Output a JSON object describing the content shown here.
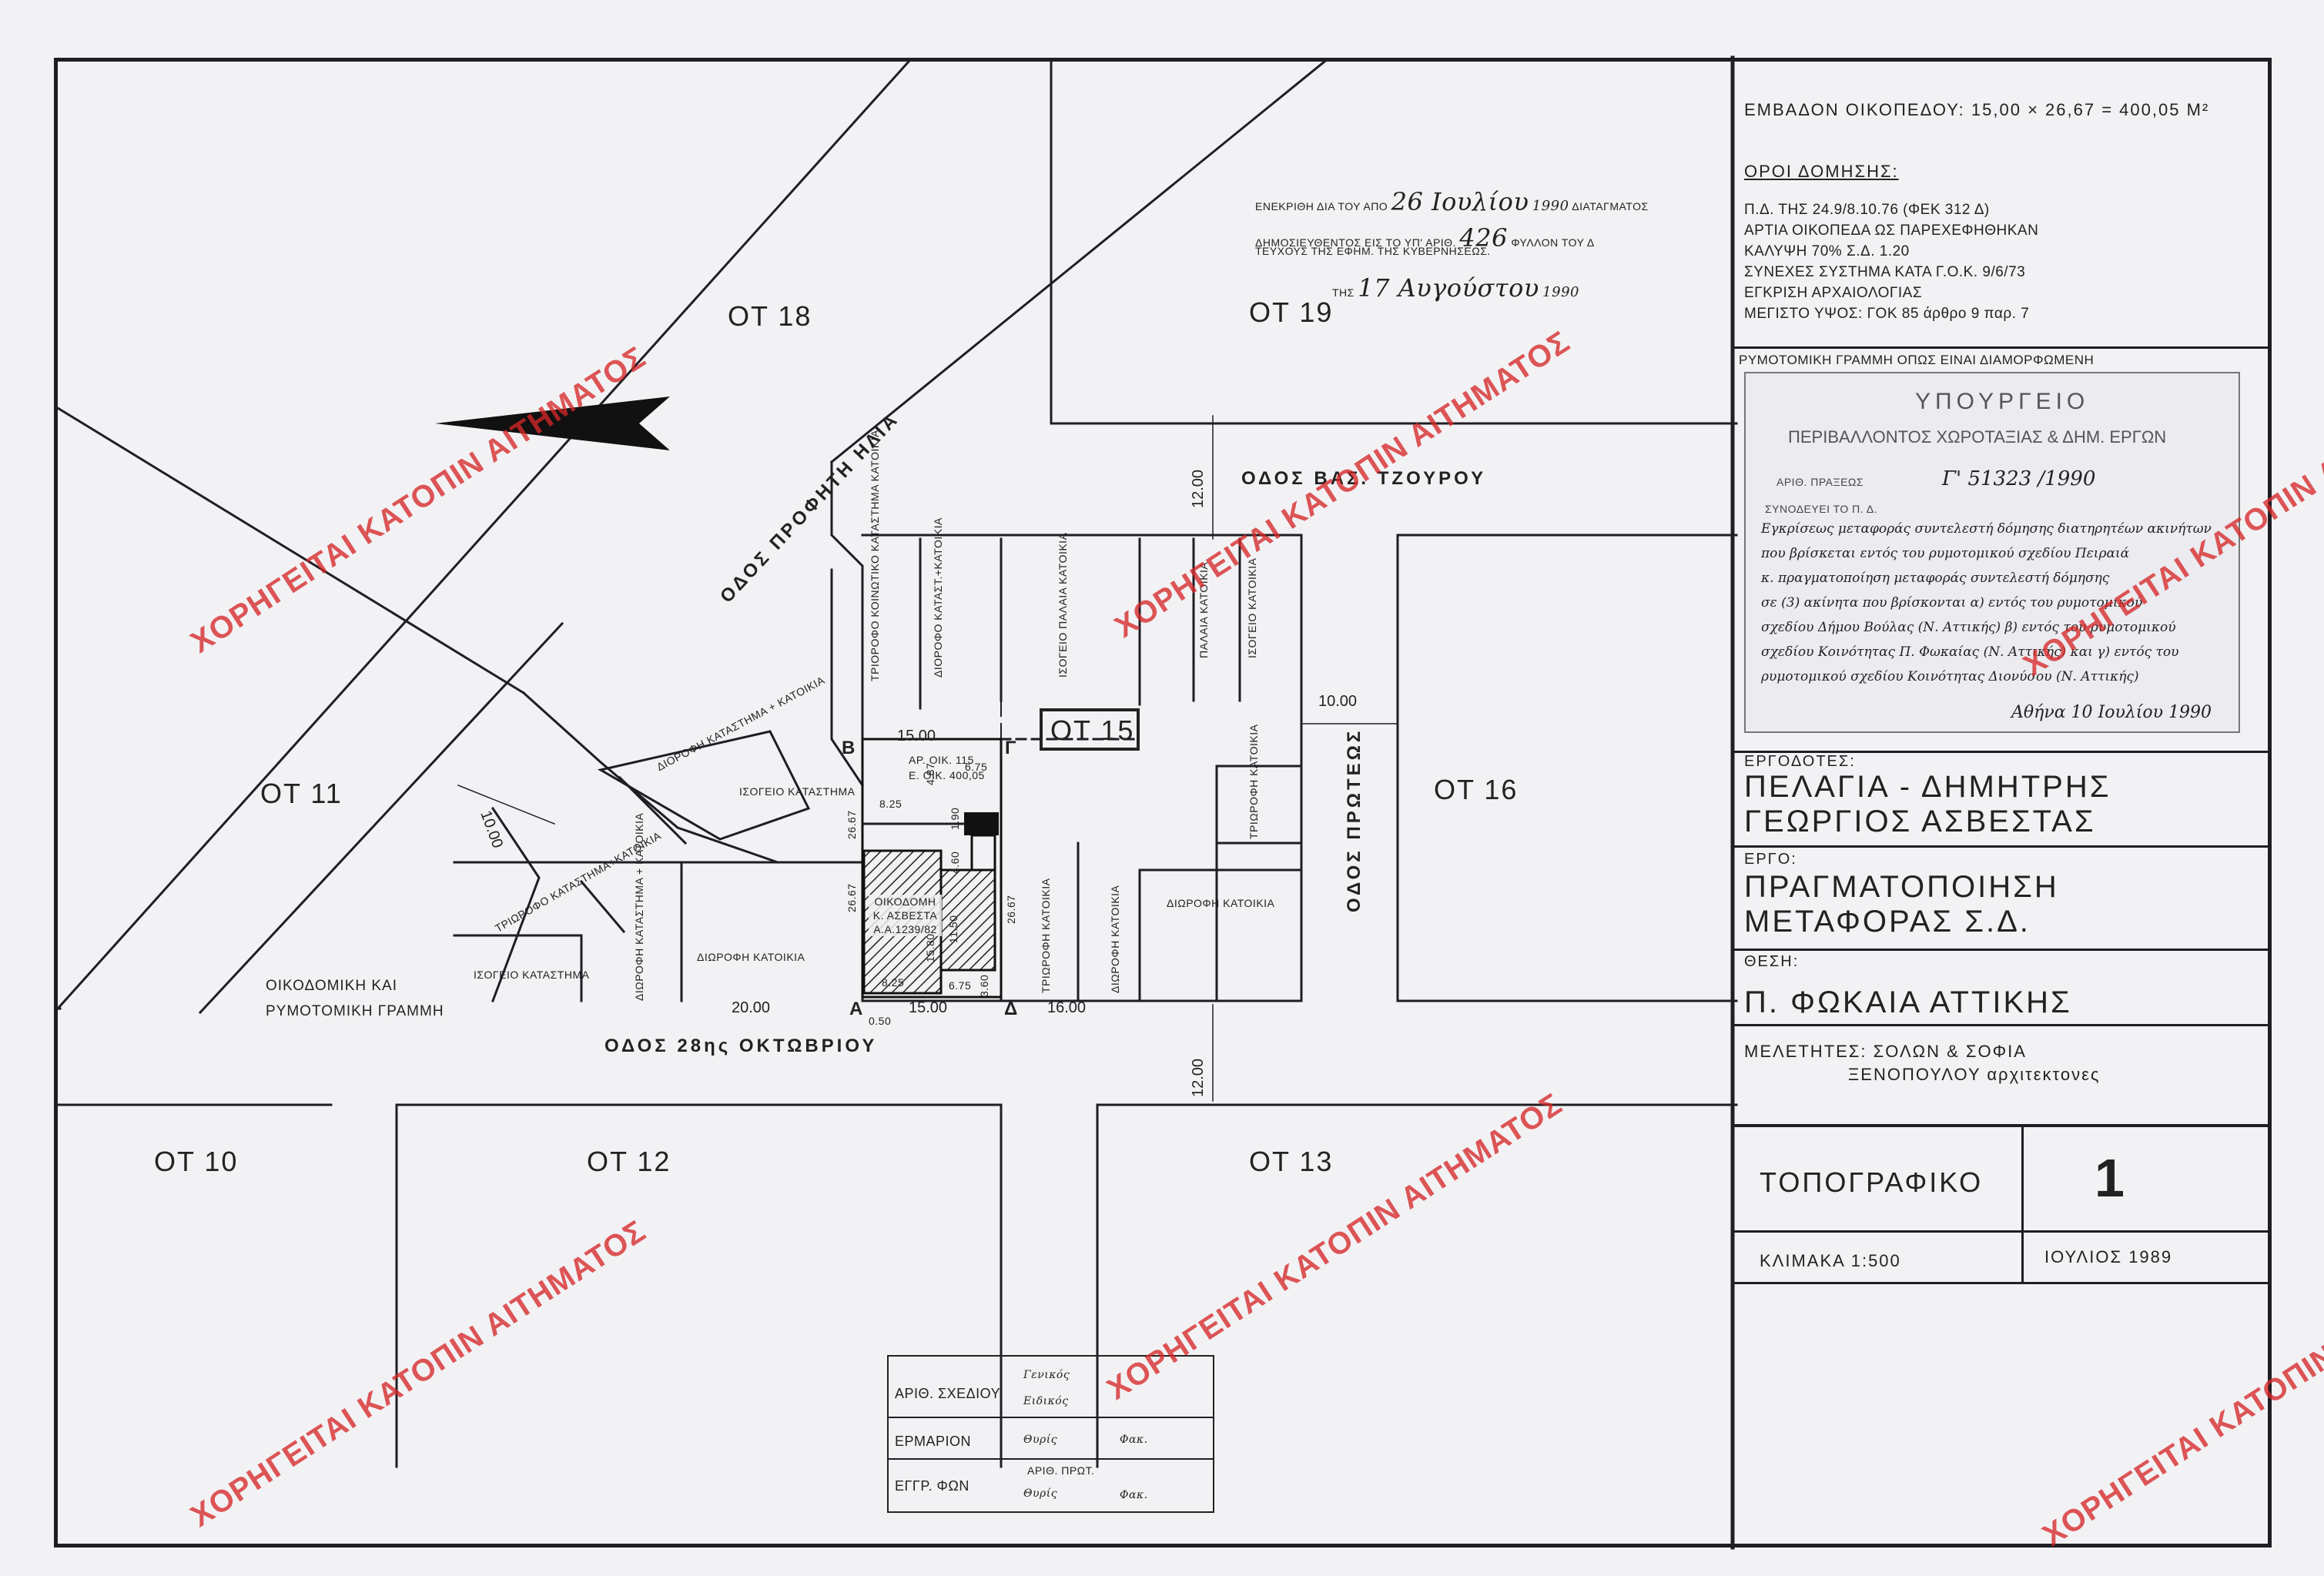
{
  "plan": {
    "blocks": {
      "ot18": "ΟΤ 18",
      "ot19": "ΟΤ 19",
      "ot11": "ΟΤ 11",
      "ot15": "ΟΤ 15",
      "ot16": "ΟΤ 16",
      "ot10": "ΟΤ 10",
      "ot12": "ΟΤ 12",
      "ot13": "ΟΤ 13"
    },
    "streets": {
      "profitis_ilias": "ΟΔΟΣ ΠΡΟΦΗΤΗ ΗΛΙΑ",
      "vas_tzourou": "ΟΔΟΣ ΒΑΣ. ΤΖΟΥΡΟΥ",
      "proteos": "ΟΔΟΣ ΠΡΩΤΕΩΣ",
      "oktovriou": "ΟΔΟΣ 28ης ΟΚΤΩΒΡΙΟΥ"
    },
    "buildings": {
      "tri_koin": "ΤΡΙΟΡΟΦΟ ΚΟΙΝΩΤΙΚΟ ΚΑΤΑΣΤΗΜΑ ΚΑΤΟΙΚΙΑ",
      "diorofo_kat": "ΔΙΟΡΟΦΟ ΚΑΤΑΣΤ.+ΚΑΤΟΙΚΙΑ",
      "isogeio_palaia": "ΙΣΟΓΕΙΟ ΠΑΛΑΙΑ ΚΑΤΟΙΚΙΑ",
      "palaia": "ΠΑΛΑΙΑ ΚΑΤΟΙΚΙΑ",
      "isogeio_kat": "ΙΣΟΓΕΙΟ ΚΑΤΟΙΚΙΑ",
      "diorofi_kat_ktima": "ΔΙΟΡΟΦΗ ΚΑΤΑΣΤΗΜΑ + ΚΑΤΟΙΚΙΑ",
      "isogeio_katastima": "ΙΣΟΓΕΙΟ ΚΑΤΑΣΤΗΜΑ",
      "triorofo_left": "ΤΡΙΩΡΟΦΟ ΚΑΤΑΣΤΗΜΑ+ΚΑΤΟΙΚΙΑ",
      "isogeio_katastima2": "ΙΣΟΓΕΙΟ ΚΑΤΑΣΤΗΜΑ",
      "diorofi_vert": "ΔΙΩΡΟΦΗ ΚΑΤΑΣΤΗΜΑ + ΚΑΤΟΙΚΙΑ",
      "diorofi_katoikia": "ΔΙΩΡΟΦΗ ΚΑΤΟΙΚΙΑ",
      "oikodomi": "ΟΙΚΟΔΟΜΗ Κ. ΑΣΒΕΣΤΑ Α.Α.1239/82",
      "triorofi": "ΤΡΙΩΡΟΦΗ ΚΑΤΟΙΚΙΑ",
      "diorofi_kat2": "ΔΙΩΡΟΦΗ ΚΑΤΟΙΚΙΑ",
      "diorofi_kat3": "ΔΙΩΡΟΦΗ ΚΑΤΟΙΚΙΑ",
      "triorofi_right": "ΤΡΙΩΡΟΦΗ ΚΑΤΟΙΚΙΑ"
    },
    "building_lines_1": "ΟΙΚΟΔΟΜΙΚΗ ΚΑΙ",
    "building_lines_2": "ΡΥΜΟΤΟΜΙΚΗ ΓΡΑΜΜΗ",
    "plot_info_1": "ΑΡ. ΟΙΚ. 115",
    "plot_info_2": "Ε. ΟΙΚ. 400,05",
    "corners": {
      "a": "Α",
      "b": "Β",
      "g": "Γ",
      "d": "Δ"
    },
    "dims": {
      "d1200_top": "12.00",
      "d1000_right": "10.00",
      "d1000_left": "10.00",
      "d1500_top": "15.00",
      "d1500_bot": "15.00",
      "d2000": "20.00",
      "d1600": "16.00",
      "d1200_bot": "12.00",
      "d825_a": "8.25",
      "d825_b": "8.25",
      "d2667_a": "26.67",
      "d2667_b": "26.67",
      "d2667_c": "26.67",
      "d675_a": "6.75",
      "d675_b": "6.75",
      "d487": "4.87",
      "d1580": "15.80",
      "d1150": "11.50",
      "d050": "0.50",
      "d190": "1.90",
      "d460": "4.60",
      "d360": "3.60"
    },
    "approval": {
      "line1_pre": "ΕΝΕΚΡΙΘΗ ΔΙΑ ΤΟΥ ΑΠΟ",
      "line1_date": "26 Ιουλίου",
      "line1_year": "1990",
      "line1_post": "ΔΙΑΤΑΓΜΑΤΟΣ",
      "line2_pre": "ΔΗΜΟΣΙΕΥΘΕΝΤΟΣ ΕΙΣ ΤΟ ΥΠ' ΑΡΙΘ.",
      "line2_num": "426",
      "line2_post": "ΦΥΛΛΟΝ ΤΟΥ Δ",
      "line3": "ΤΕΥΧΟΥΣ ΤΗΣ ΕΦΗΜ. ΤΗΣ ΚΥΒΕΡΝΗΣΕΩΣ.",
      "line4_pre": "ΤΗΣ",
      "line4_date": "17 Αυγούστου",
      "line4_year": "1990"
    }
  },
  "drawing_index": {
    "label": "ΑΡΙΘ. ΣΧΕΔΙΟΥ",
    "general": "Γενικός",
    "special": "Ειδικός",
    "cabinet": "ΕΡΜΑΡΙΟΝ",
    "drawer": "Θυρίς",
    "folder": "Φακ.",
    "records": "ΕΓΓΡ. ΦΩΝ",
    "protocol": "ΑΡΙΘ. ΠΡΩΤ.",
    "drawer2": "Θυρίς",
    "folder2": "Φακ."
  },
  "title_block": {
    "area": "ΕΜΒΑΔΟΝ ΟΙΚΟΠΕΔΟΥ: 15,00 × 26,67 = 400,05 Μ²",
    "terms_heading": "ΟΡΟΙ ΔΟΜΗΣΗΣ:",
    "terms": [
      "Π.Δ. ΤΗΣ 24.9/8.10.76 (ΦΕΚ 312 Δ)",
      "ΑΡΤΙΑ ΟΙΚΟΠΕΔΑ ΩΣ ΠΑΡΕΧΕΦΗΘΗΚΑΝ",
      "ΚΑΛΥΨΗ 70%   Σ.Δ. 1.20",
      "ΣΥΝΕΧΕΣ ΣΥΣΤΗΜΑ ΚΑΤΑ Γ.Ο.Κ. 9/6/73",
      "ΕΓΚΡΙΣΗ ΑΡΧΑΙΟΛΟΓΙΑΣ",
      "ΜΕΓΙΣΤΟ ΥΨΟΣ: ΓΟΚ 85  άρθρο 9 παρ. 7"
    ],
    "line_note": "ΡΥΜΟΤΟΜΙΚΗ ΓΡΑΜΜΗ ΟΠΩΣ ΕΙΝΑΙ ΔΙΑΜΟΡΦΩΜΕΝΗ",
    "stamp": {
      "ministry1": "ΥΠΟΥΡΓΕΙΟ",
      "ministry2": "ΠΕΡΙΒΑΛΛΟΝΤΟΣ ΧΩΡΟΤΑΞΙΑΣ & ΔΗΜ. ΕΡΓΩΝ",
      "act_label": "ΑΡΙΘ. ΠΡΑΞΕΩΣ",
      "act_num": "Γ' 51323 /1990",
      "related": "ΣΥΝΟΔΕΥΕΙ ΤΟ Π. Δ.",
      "lines": [
        "Εγκρίσεως μεταφοράς συντελεστή δόμησης διατηρητέων ακινήτων",
        "που βρίσκεται εντός του ρυμοτομικού σχεδίου Πειραιά",
        "κ. πραγματοποίηση μεταφοράς συντελεστή δόμησης",
        "σε (3) ακίνητα που βρίσκονται α) εντός του ρυμοτομικού",
        "σχεδίου Δήμου Βούλας (Ν. Αττικής) β) εντός του ρυμοτομικού",
        "σχεδίου Κοινότητας Π. Φωκαίας (Ν. Αττικής) και γ) εντός του",
        "ρυμοτομικού σχεδίου Κοινότητας Διονύσου (Ν. Αττικής)"
      ],
      "date": "Αθήνα 10 Ιουλίου 1990"
    },
    "owners_label": "ΕΡΓΟΔΟΤΕΣ:",
    "owners_1": "ΠΕΛΑΓΙΑ - ΔΗΜΗΤΡΗΣ",
    "owners_2": "ΓΕΩΡΓΙΟΣ ΑΣΒΕΣΤΑΣ",
    "work_label": "ΕΡΓΟ:",
    "work_1": "ΠΡΑΓΜΑΤΟΠΟΙΗΣΗ",
    "work_2": "ΜΕΤΑΦΟΡΑΣ Σ.Δ.",
    "location_label": "ΘΕΣΗ:",
    "location": "Π. ΦΩΚΑΙΑ ΑΤΤΙΚΗΣ",
    "designers_1": "ΜΕΛΕΤΗΤΕΣ: ΣΟΛΩΝ & ΣΟΦΙΑ",
    "designers_2": "ΞΕΝΟΠΟΥΛΟΥ αρχιτεκτονες",
    "sheet_title": "ΤΟΠΟΓΡΑΦΙΚΟ",
    "sheet_number": "1",
    "scale": "ΚΛΙΜΑΚΑ  1:500",
    "date": "ΙΟΥΛΙΟΣ  1989"
  },
  "watermark": "ΧΟΡΗΓΕΙΤΑΙ ΚΑΤΟΠΙΝ ΑΙΤΗΜΑΤΟΣ"
}
